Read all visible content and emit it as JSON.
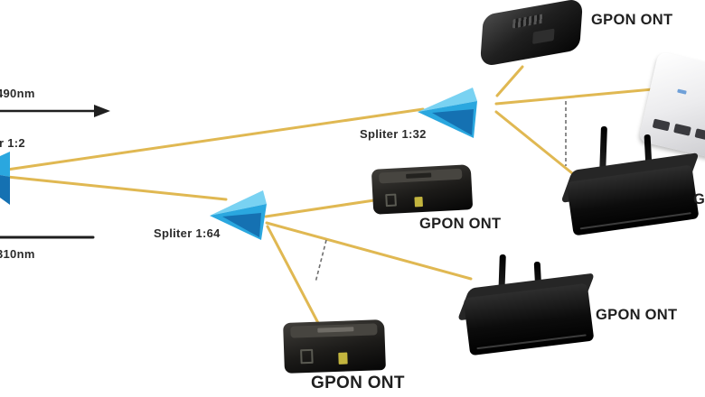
{
  "colors": {
    "fiber": "#E0B852",
    "ink": "#1f1f1f",
    "splitter": "#2AA7DF",
    "splitter_shade": "#1571B2",
    "splitter_light": "#79D2F2",
    "dash": "#6f6f6f"
  },
  "wavelengths": {
    "downstream": "490nm",
    "upstream": "310nm"
  },
  "splitters": {
    "s12": "r 1:2",
    "s32": "Spliter 1:32",
    "s64": "Spliter 1:64"
  },
  "onts": {
    "top": "GPON ONT",
    "middle": "GPON ONT",
    "router2": "GPON ONT",
    "bottom": "GPON ONT",
    "router1_partial": "G"
  }
}
